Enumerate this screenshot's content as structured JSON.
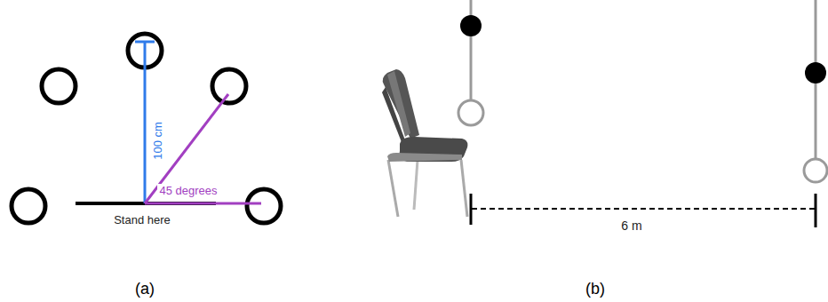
{
  "diagram": {
    "labels": [
      "100 cm",
      "45 degrees",
      "Stand here",
      "6 m",
      "(a)",
      "(b)"
    ]
  }
}
